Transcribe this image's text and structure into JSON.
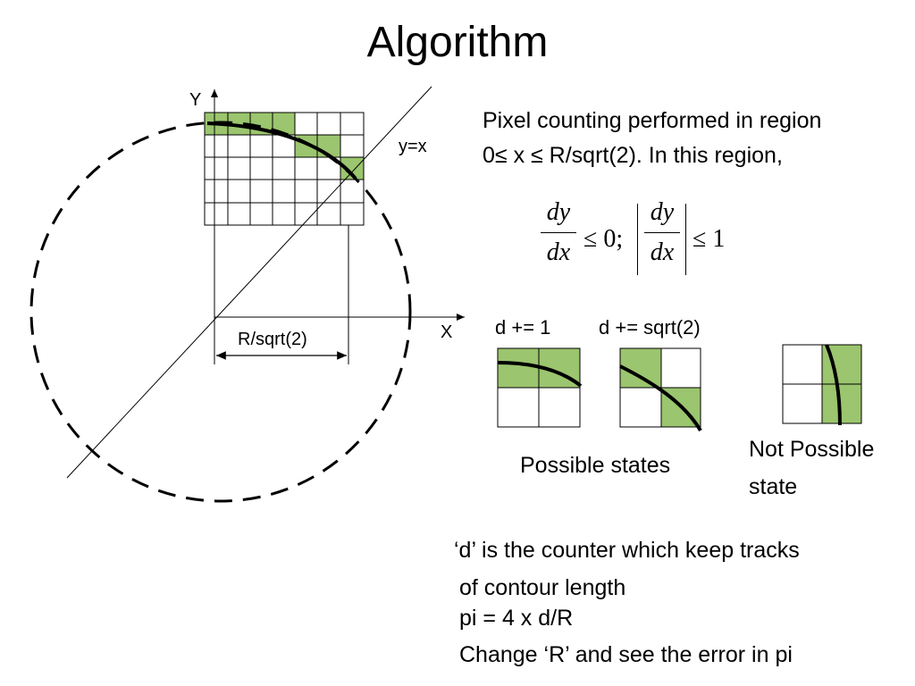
{
  "slide": {
    "title": "Algorithm",
    "description_line1": "Pixel counting performed in region",
    "description_line2": "0≤ x ≤ R/sqrt(2). In this region,",
    "formula": {
      "frac1_num": "dy",
      "frac1_den": "dx",
      "middle": "≤ 0;",
      "frac2_num": "dy",
      "frac2_den": "dx",
      "end": "≤ 1"
    },
    "diagram": {
      "y_axis_label": "Y",
      "x_axis_label": "X",
      "diagonal_label": "y=x",
      "width_label": "R/sqrt(2)"
    },
    "states": {
      "label_d1": "d += 1",
      "label_dsqrt": "d += sqrt(2)",
      "possible_label": "Possible states",
      "not_possible_line1": "Not Possible",
      "not_possible_line2": "state"
    },
    "notes": {
      "line1": "‘d’ is the counter which keep tracks",
      "line2": "of contour length",
      "line3": "pi = 4 x d/R",
      "line4": "Change ‘R’ and see the error in pi"
    },
    "colors": {
      "pixel_fill": "#9bc56e",
      "curve": "#000000",
      "grid": "#000000"
    }
  }
}
